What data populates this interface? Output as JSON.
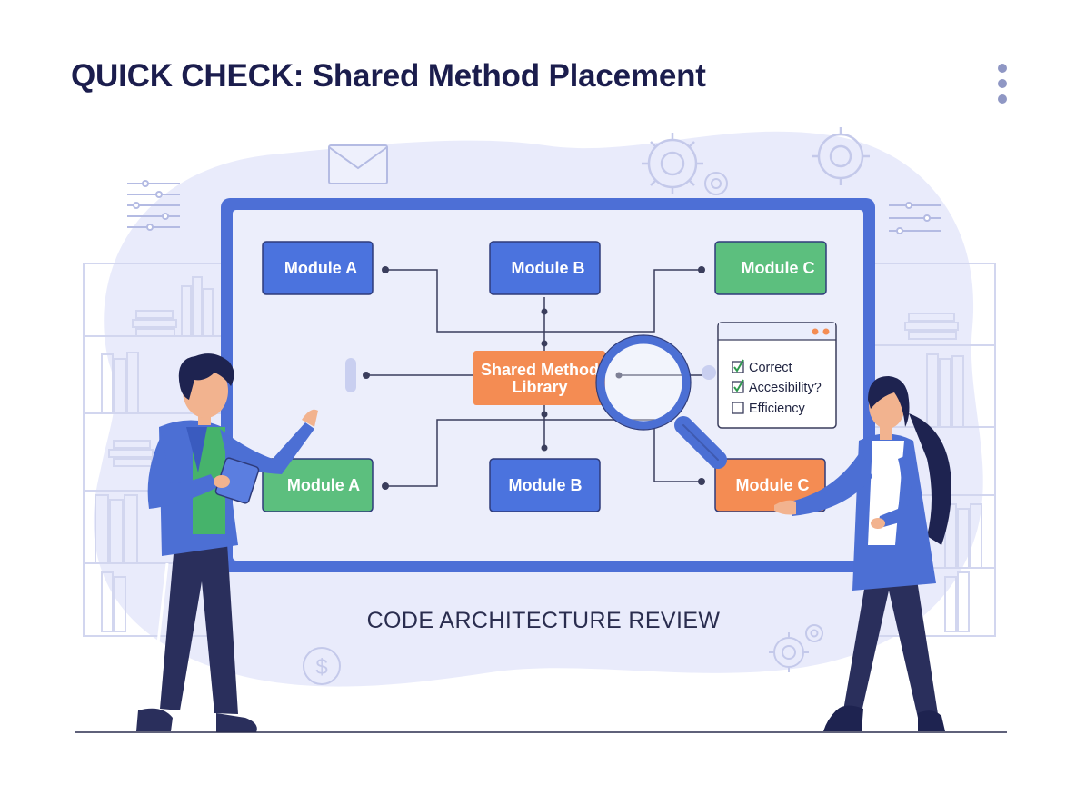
{
  "page": {
    "title": "QUICK CHECK: Shared Method Placement"
  },
  "diagram": {
    "modules": {
      "top_left": "Module A",
      "top_center": "Module B",
      "top_right": "Module C",
      "bottom_left": "Module A",
      "bottom_center": "Module B",
      "bottom_right": "Module C"
    },
    "shared_library": {
      "line1": "Shared Method",
      "line2": "Library"
    },
    "checklist": [
      {
        "label": "Correct",
        "checked": true
      },
      {
        "label": "Accesibility?",
        "checked": true
      },
      {
        "label": "Efficiency",
        "checked": false
      }
    ],
    "caption": "CODE ARCHITECTURE REVIEW"
  },
  "icons": {
    "menu": "vertical-ellipsis-icon",
    "background": [
      "envelope-icon",
      "gear-icon",
      "dollar-coin-icon",
      "slider-lines-icon",
      "bookshelf"
    ],
    "tool": "magnifying-glass-icon"
  },
  "colors": {
    "title": "#1b1d4d",
    "blob": "#e8eafb",
    "board_frame": "#4d6fd6",
    "module_blue": "#4b73de",
    "module_green": "#5cbf7e",
    "module_orange": "#f48c53",
    "connector": "#3a3d5c",
    "jacket": "#4c6fd4",
    "pants": "#2a2f5c"
  }
}
